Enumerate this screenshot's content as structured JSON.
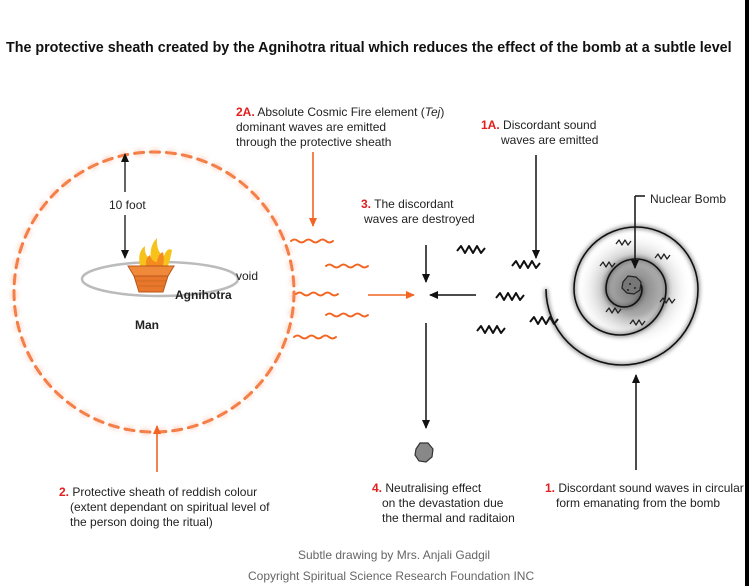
{
  "title": "The protective sheath created by the Agnihotra ritual which reduces the effect of the bomb at a subtle level",
  "labels": {
    "ten_foot": "10 foot",
    "void": "void",
    "agnihotra": "Agnihotra",
    "man": "Man",
    "nuclear_bomb": "Nuclear Bomb"
  },
  "callouts": {
    "c2a": {
      "num": "2A.",
      "line1_pre": " Absolute Cosmic Fire element (",
      "line1_em": "Tej",
      "line1_post": ")",
      "line2": "dominant waves are emitted",
      "line3": "through the protective sheath"
    },
    "c1a": {
      "num": "1A.",
      "line1": " Discordant sound",
      "line2": "waves are emitted"
    },
    "c3": {
      "num": "3.",
      "line1": " The discordant",
      "line2": "waves are destroyed"
    },
    "c2": {
      "num": "2.",
      "line1": " Protective sheath of reddish colour",
      "line2": "(extent dependant on spiritual level of",
      "line3": "the person doing the ritual)"
    },
    "c4": {
      "num": "4.",
      "line1": " Neutralising effect",
      "line2": "on the devastation due",
      "line3": "the thermal and raditaion"
    },
    "c1": {
      "num": "1.",
      "line1": " Discordant sound waves in circular",
      "line2": "form  emanating from the bomb"
    }
  },
  "credits": {
    "drawing": "Subtle drawing by Mrs. Anjali Gadgil",
    "copyright": "Copyright Spiritual Science Research Foundation INC"
  },
  "colors": {
    "sheath": "#f26522",
    "callout_number": "#e01e1e",
    "arrow": "#111111"
  }
}
